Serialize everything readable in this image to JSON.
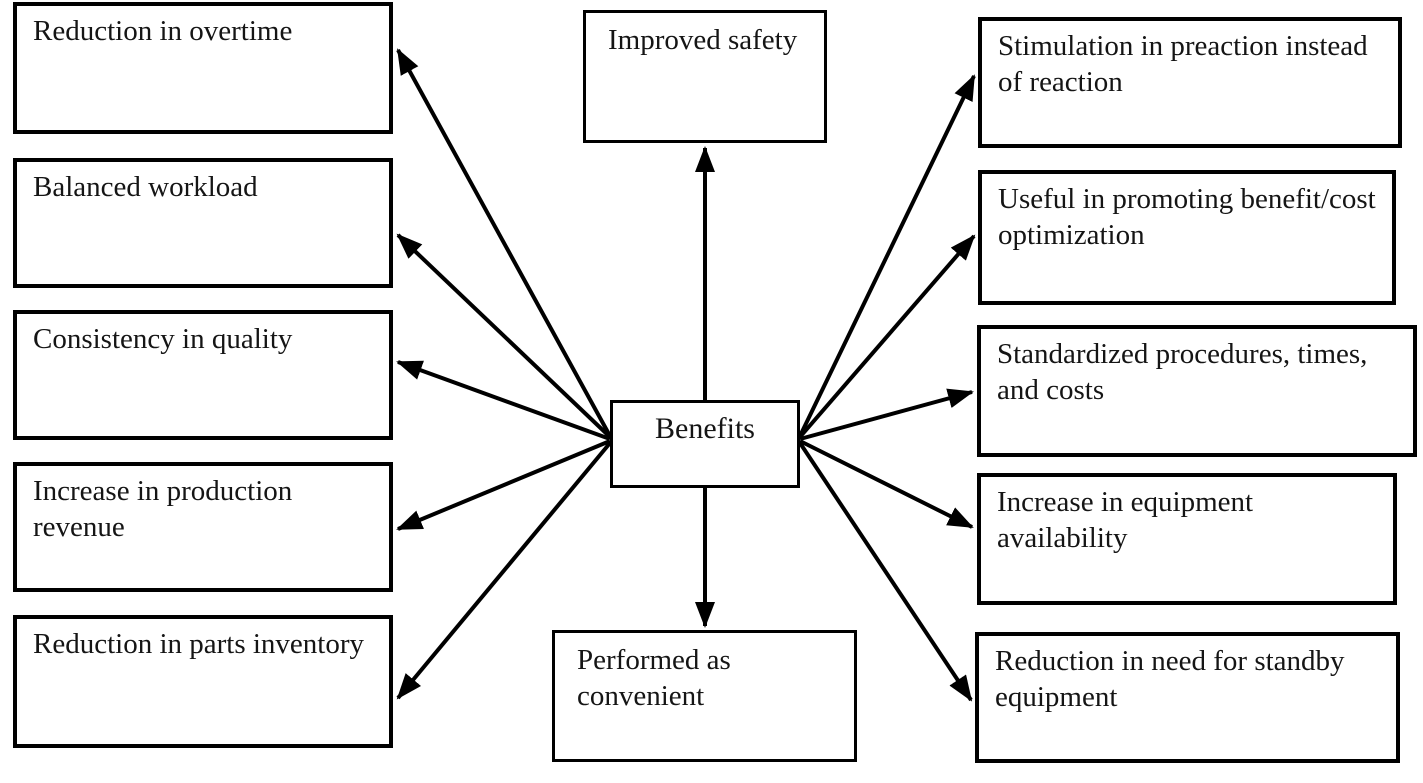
{
  "diagram": {
    "title_semantic": "Benefits of preventive maintenance diagram",
    "hub": {
      "label": "Benefits"
    },
    "top": {
      "label": "Improved safety"
    },
    "bottom": {
      "label": "Performed as convenient"
    },
    "left_items": [
      {
        "label": "Reduction in overtime"
      },
      {
        "label": "Balanced workload"
      },
      {
        "label": "Consistency in quality"
      },
      {
        "label": "Increase in production revenue"
      },
      {
        "label": "Reduction in parts inventory"
      }
    ],
    "right_items": [
      {
        "label": "Stimulation in preaction instead of reaction"
      },
      {
        "label": "Useful in promoting benefit/cost optimization"
      },
      {
        "label": "Standardized procedures, times, and costs"
      },
      {
        "label": "Increase in equipment availability"
      },
      {
        "label": "Reduction in need for standby equipment"
      }
    ],
    "connections": [
      {
        "from": "Benefits",
        "to": "Reduction in overtime"
      },
      {
        "from": "Benefits",
        "to": "Balanced workload"
      },
      {
        "from": "Benefits",
        "to": "Consistency in quality"
      },
      {
        "from": "Benefits",
        "to": "Increase in production revenue"
      },
      {
        "from": "Benefits",
        "to": "Reduction in parts inventory"
      },
      {
        "from": "Benefits",
        "to": "Improved safety"
      },
      {
        "from": "Benefits",
        "to": "Performed as convenient"
      },
      {
        "from": "Benefits",
        "to": "Stimulation in preaction instead of reaction"
      },
      {
        "from": "Benefits",
        "to": "Useful in promoting benefit/cost optimization"
      },
      {
        "from": "Benefits",
        "to": "Standardized procedures, times, and costs"
      },
      {
        "from": "Benefits",
        "to": "Increase in equipment availability"
      },
      {
        "from": "Benefits",
        "to": "Reduction in need for standby equipment"
      }
    ],
    "colors": {
      "line": "#000000",
      "background": "#ffffff",
      "text": "#151515"
    }
  }
}
